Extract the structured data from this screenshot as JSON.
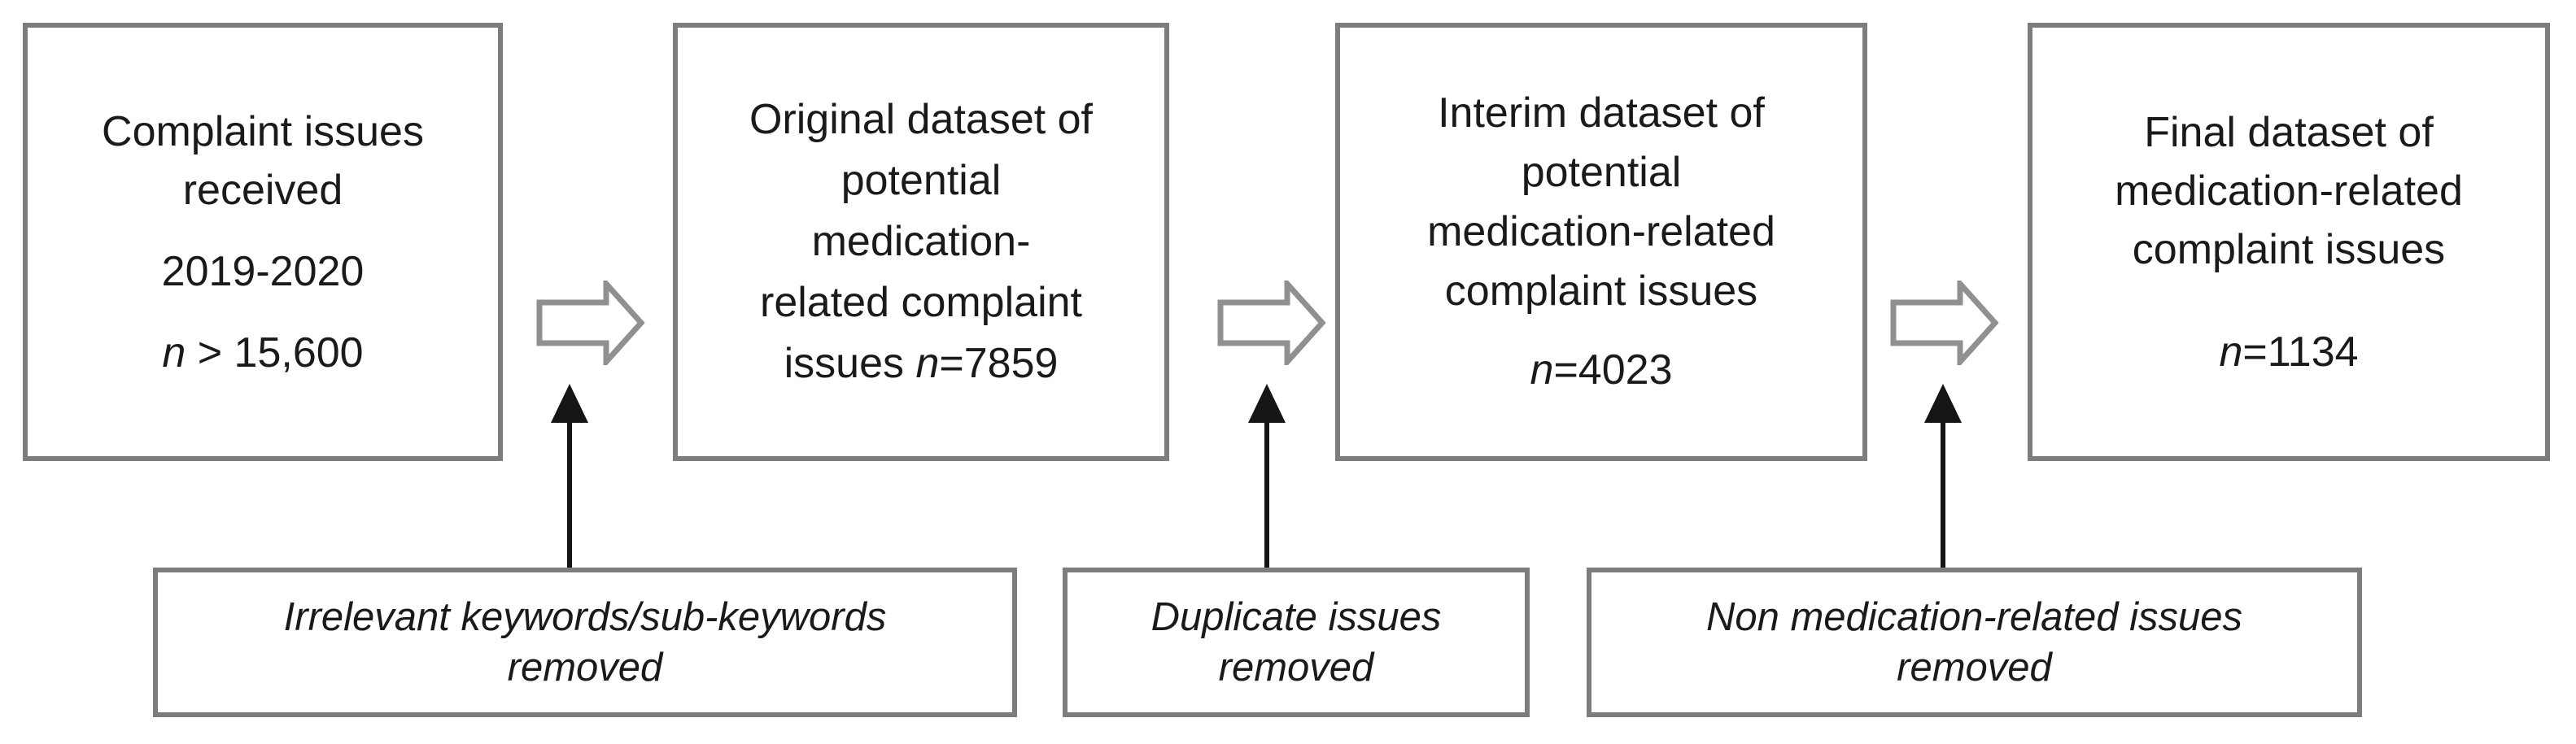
{
  "figure": {
    "background": "#ffffff",
    "box_border_color": "#7d7d7d",
    "flow_arrow_outline_color": "#909090",
    "step_arrow_color": "#151515",
    "text_color": "#1a1a1a"
  },
  "flow_boxes": [
    {
      "id": "complaint-issues-received",
      "lines": [
        "Complaint issues",
        "received"
      ],
      "period": "2019-2020",
      "n_italic": "n",
      "n_text": " > 15,600"
    },
    {
      "id": "original-dataset",
      "lines": [
        "Original dataset of",
        "potential",
        "medication-",
        "related complaint"
      ],
      "last_line_prefix": "issues ",
      "n_italic": "n",
      "n_text": "=7859"
    },
    {
      "id": "interim-dataset",
      "lines": [
        "Interim dataset of",
        "potential",
        "medication-related",
        "complaint issues"
      ],
      "n_italic": "n",
      "n_text": "=4023"
    },
    {
      "id": "final-dataset",
      "lines": [
        "Final dataset of",
        "medication-related",
        "complaint issues"
      ],
      "n_italic": "n",
      "n_text": "=1134"
    }
  ],
  "removal_steps": [
    {
      "id": "irrelevant-keywords-removed",
      "lines": [
        "Irrelevant keywords/sub-keywords",
        "removed"
      ]
    },
    {
      "id": "duplicate-issues-removed",
      "lines": [
        "Duplicate issues",
        "removed"
      ]
    },
    {
      "id": "non-medication-removed",
      "lines": [
        "Non medication-related issues",
        "removed"
      ]
    }
  ]
}
